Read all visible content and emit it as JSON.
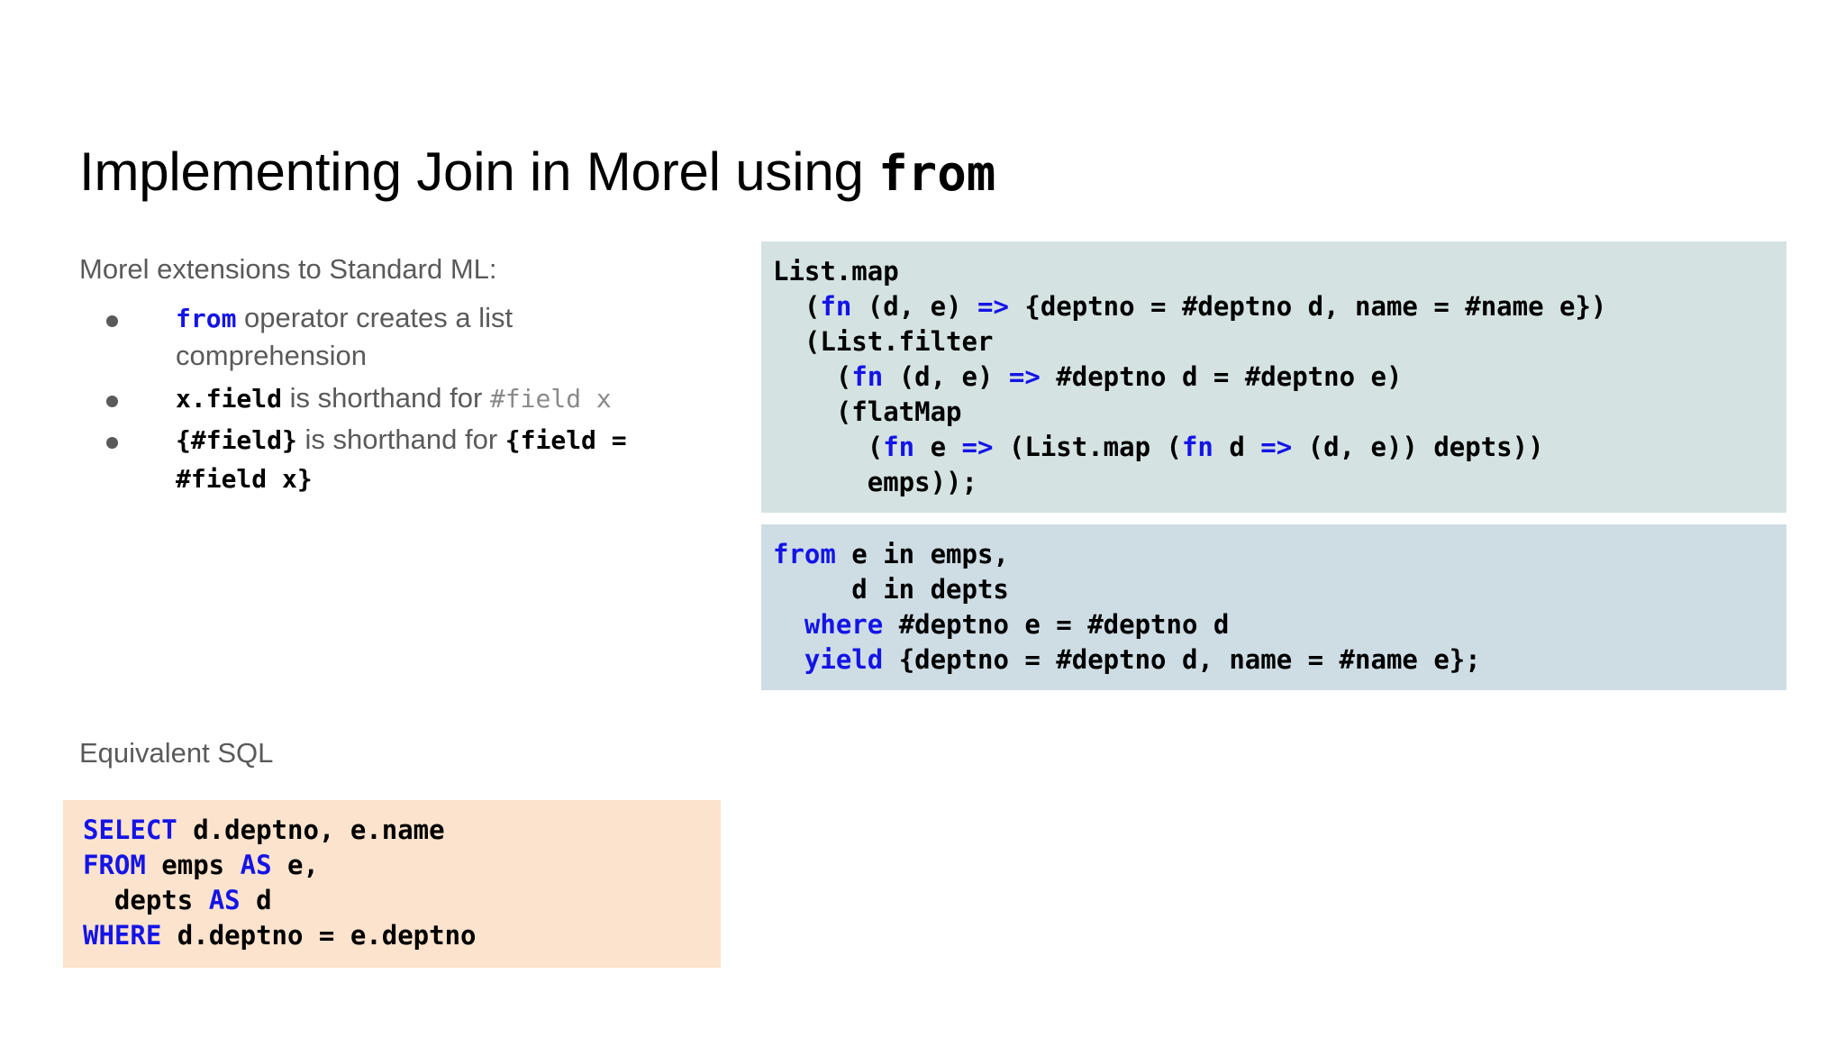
{
  "slide": {
    "title": {
      "prefix": "Implementing Join in Morel using ",
      "mono_keyword": "from"
    },
    "left_column": {
      "lead": "Morel extensions to Standard ML:",
      "bullets": [
        {
          "parts": [
            {
              "kind": "code-kw",
              "text": "from"
            },
            {
              "kind": "text",
              "text": " operator creates a list comprehension"
            }
          ]
        },
        {
          "parts": [
            {
              "kind": "code",
              "text": "x.field"
            },
            {
              "kind": "text",
              "text": " is shorthand for "
            },
            {
              "kind": "code-dim",
              "text": "#field x"
            }
          ]
        },
        {
          "parts": [
            {
              "kind": "code",
              "text": "{#field}"
            },
            {
              "kind": "text",
              "text": " is shorthand for "
            },
            {
              "kind": "code",
              "text": "{field = #field x}"
            }
          ]
        }
      ],
      "sql_label": "Equivalent SQL"
    },
    "code_blocks": {
      "morel_map": {
        "language": "morel",
        "background": "#d4e2e2",
        "keywords": [
          "fn",
          "=>"
        ],
        "lines": [
          "List.map",
          "  (fn (d, e) => {deptno = #deptno d, name = #name e})",
          "  (List.filter",
          "    (fn (d, e) => #deptno d = #deptno e)",
          "    (flatMap",
          "      (fn e => (List.map (fn d => (d, e)) depts))",
          "      emps));"
        ]
      },
      "morel_from": {
        "language": "morel",
        "background": "#cedde4",
        "keywords": [
          "from",
          "where",
          "yield"
        ],
        "lines": [
          "from e in emps,",
          "     d in depts",
          "  where #deptno e = #deptno d",
          "  yield {deptno = #deptno d, name = #name e};"
        ]
      },
      "sql": {
        "language": "sql",
        "background": "#fce3cd",
        "keywords": [
          "SELECT",
          "FROM",
          "AS",
          "WHERE"
        ],
        "lines": [
          "SELECT d.deptno, e.name",
          "FROM emps AS e,",
          "  depts AS d",
          "WHERE d.deptno = e.deptno"
        ]
      }
    },
    "colors": {
      "keyword_blue": "#1414e6",
      "body_gray": "#5a5a5a",
      "dim_gray": "#8a8a8a",
      "code_black": "#000000",
      "page_background": "#ffffff"
    }
  }
}
